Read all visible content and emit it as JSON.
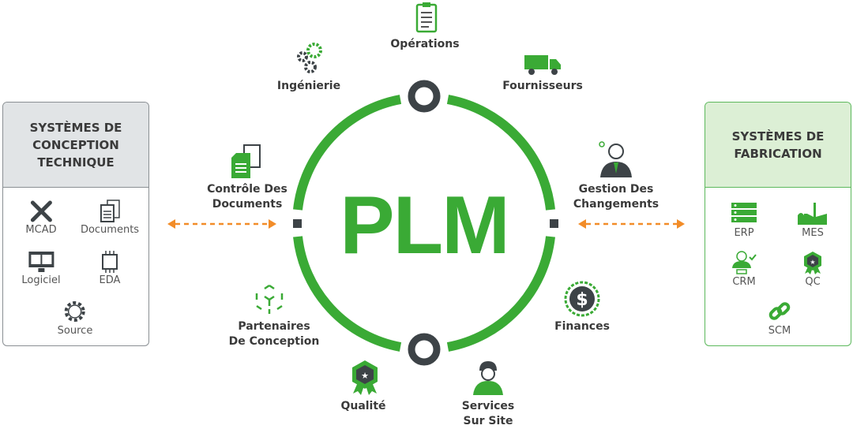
{
  "center": {
    "title": "PLM"
  },
  "colors": {
    "green": "#3aaa35",
    "orange": "#f28c28",
    "dark": "#3d4347",
    "grey_header": "#e1e4e6",
    "green_header": "#dcefd5"
  },
  "nodes": {
    "operations": "Opérations",
    "ingenierie": "Ingénierie",
    "fournisseurs": "Fournisseurs",
    "controle_1": "Contrôle Des",
    "controle_2": "Documents",
    "gestion_1": "Gestion Des",
    "gestion_2": "Changements",
    "partenaires_1": "Partenaires",
    "partenaires_2": "De Conception",
    "finances": "Finances",
    "qualite": "Qualité",
    "services_1": "Services",
    "services_2": "Sur Site"
  },
  "left_box": {
    "title_1": "SYSTÈMES DE",
    "title_2": "CONCEPTION",
    "title_3": "TECHNIQUE",
    "items": [
      "MCAD",
      "Documents",
      "Logiciel",
      "EDA",
      "Source"
    ]
  },
  "right_box": {
    "title_1": "SYSTÈMES DE",
    "title_2": "FABRICATION",
    "items": [
      "ERP",
      "MES",
      "CRM",
      "QC",
      "SCM"
    ]
  }
}
